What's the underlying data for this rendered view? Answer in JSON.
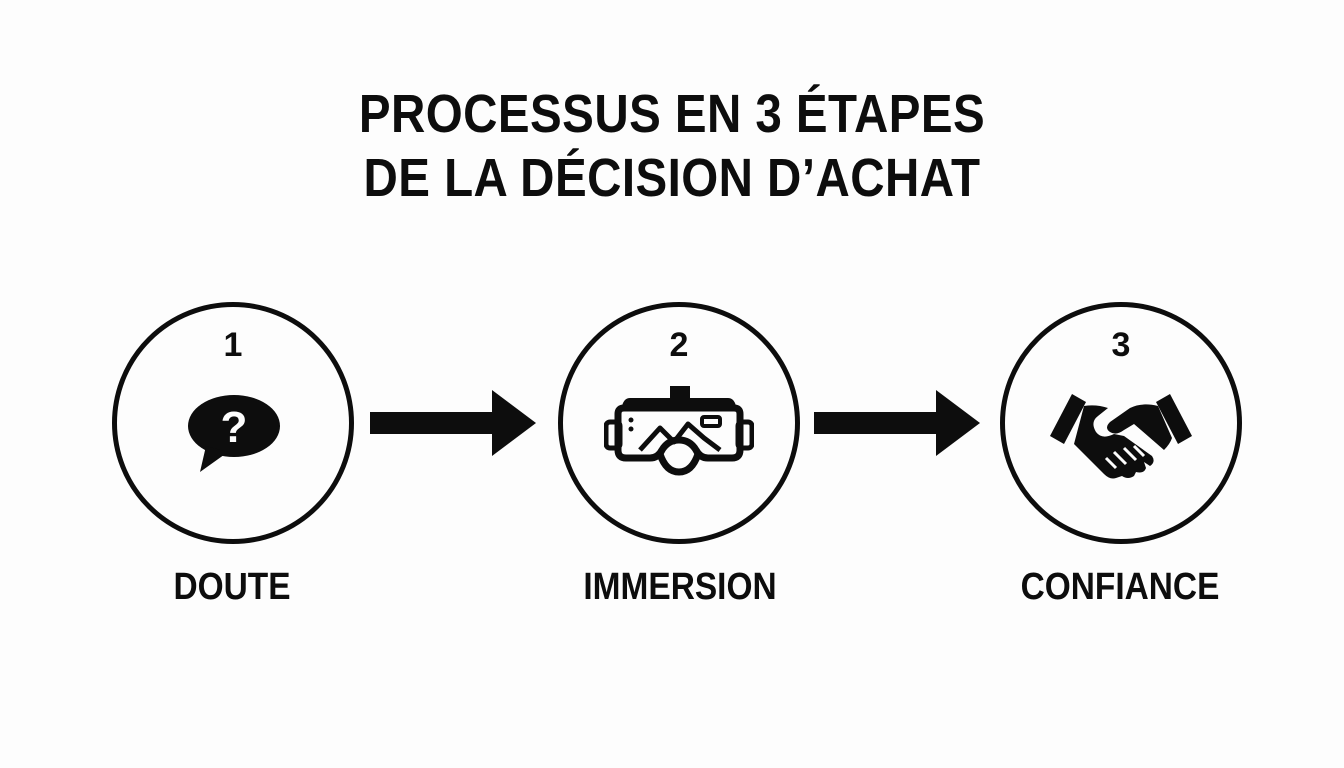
{
  "title": {
    "line1": "PROCESSUS EN 3 ÉTAPES",
    "line2": "DE LA DÉCISION D’ACHAT"
  },
  "steps": [
    {
      "number": "1",
      "label": "DOUTE",
      "icon": "question-speech-bubble-icon"
    },
    {
      "number": "2",
      "label": "IMMERSION",
      "icon": "vr-headset-icon"
    },
    {
      "number": "3",
      "label": "CONFIANCE",
      "icon": "handshake-icon"
    }
  ],
  "colors": {
    "foreground": "#0d0d0d",
    "background": "#fdfdfd"
  }
}
